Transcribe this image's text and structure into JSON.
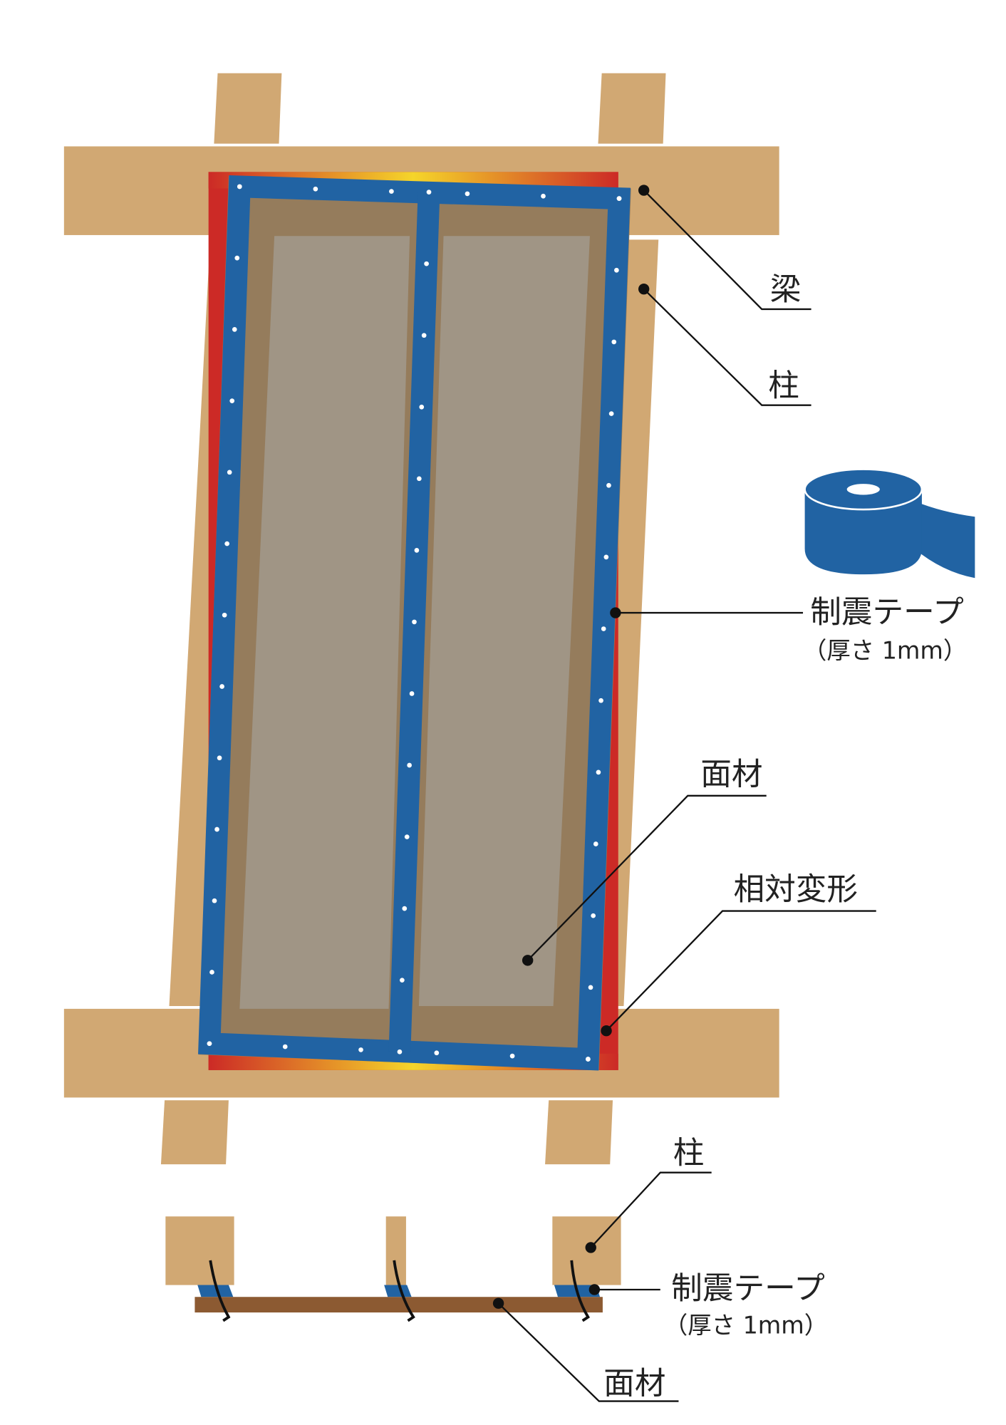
{
  "labels": {
    "beam": "梁",
    "column_top": "柱",
    "tape": "制震テープ",
    "tape_thickness": "（厚さ 1mm）",
    "panel": "面材",
    "relative_deformation": "相対変形",
    "column_section": "柱",
    "tape_section": "制震テープ",
    "tape_thickness_section": "（厚さ 1mm）",
    "panel_section": "面材"
  },
  "colors": {
    "wood": "#d1a873",
    "tape_blue": "#2163a3",
    "panel_gray": "#a09585",
    "panel_shade": "#957c5c",
    "deform_red": "#cc2a26",
    "deform_yellow": "#f5d52a",
    "board_brown": "#8c5a32"
  }
}
